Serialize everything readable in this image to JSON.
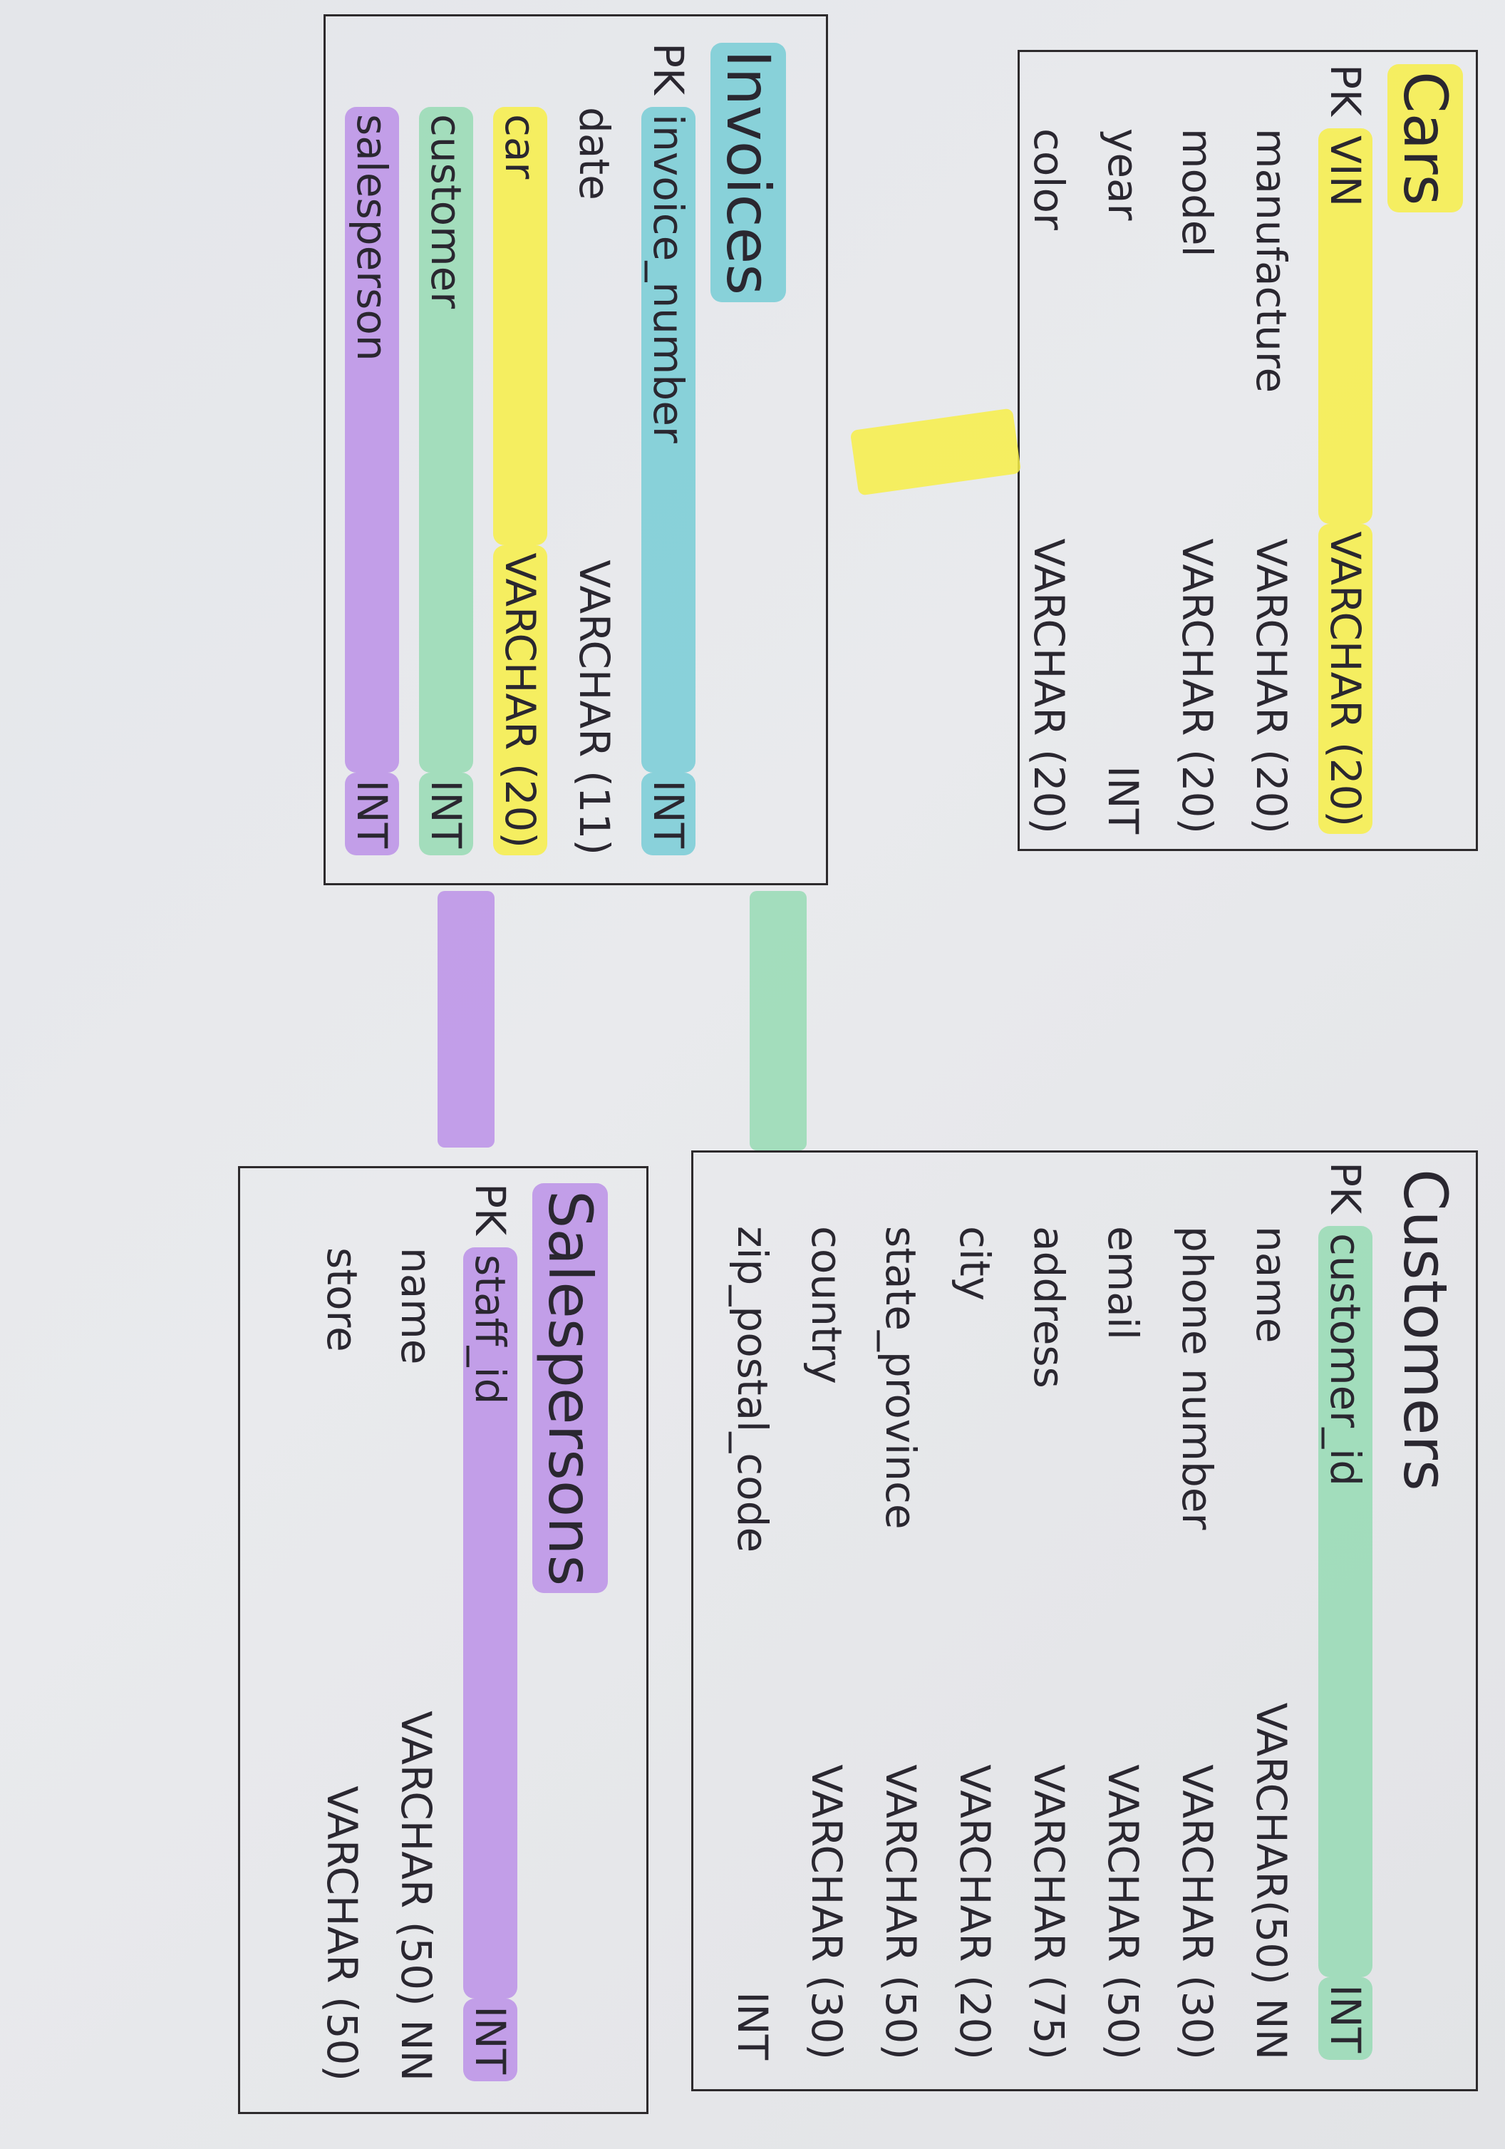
{
  "colors": {
    "cars": "#f7ee48",
    "invoices": "#70cbd4",
    "customers": "#96dab4",
    "salespersons": "#be96e8",
    "ink": "#2a2730"
  },
  "tables": {
    "cars": {
      "title": "Cars",
      "rows": [
        {
          "key": "PK",
          "name": "VIN",
          "type": "VARCHAR (20)"
        },
        {
          "key": "",
          "name": "manufacture",
          "type": "VARCHAR (20)"
        },
        {
          "key": "",
          "name": "model",
          "type": "VARCHAR (20)"
        },
        {
          "key": "",
          "name": "year",
          "type": "INT"
        },
        {
          "key": "",
          "name": "color",
          "type": "VARCHAR (20)"
        }
      ]
    },
    "invoices": {
      "title": "Invoices",
      "rows": [
        {
          "key": "PK",
          "name": "invoice_number",
          "type": "INT"
        },
        {
          "key": "",
          "name": "date",
          "type": "VARCHAR (11)"
        },
        {
          "key": "",
          "name": "car",
          "type": "VARCHAR (20)"
        },
        {
          "key": "",
          "name": "customer",
          "type": "INT"
        },
        {
          "key": "",
          "name": "salesperson",
          "type": "INT"
        }
      ]
    },
    "customers": {
      "title": "Customers",
      "rows": [
        {
          "key": "PK",
          "name": "customer_id",
          "type": "INT"
        },
        {
          "key": "",
          "name": "name",
          "type": "VARCHAR(50) NN"
        },
        {
          "key": "",
          "name": "phone number",
          "type": "VARCHAR (30)"
        },
        {
          "key": "",
          "name": "email",
          "type": "VARCHAR (50)"
        },
        {
          "key": "",
          "name": "address",
          "type": "VARCHAR (75)"
        },
        {
          "key": "",
          "name": "city",
          "type": "VARCHAR (20)"
        },
        {
          "key": "",
          "name": "state_province",
          "type": "VARCHAR (50)"
        },
        {
          "key": "",
          "name": "country",
          "type": "VARCHAR (30)"
        },
        {
          "key": "",
          "name": "zip_postal_code",
          "type": "INT"
        }
      ]
    },
    "salespersons": {
      "title": "Salespersons",
      "rows": [
        {
          "key": "PK",
          "name": "staff_id",
          "type": "INT"
        },
        {
          "key": "",
          "name": "name",
          "type": "VARCHAR (50) NN"
        },
        {
          "key": "",
          "name": "store",
          "type": "VARCHAR (50)"
        }
      ]
    }
  }
}
